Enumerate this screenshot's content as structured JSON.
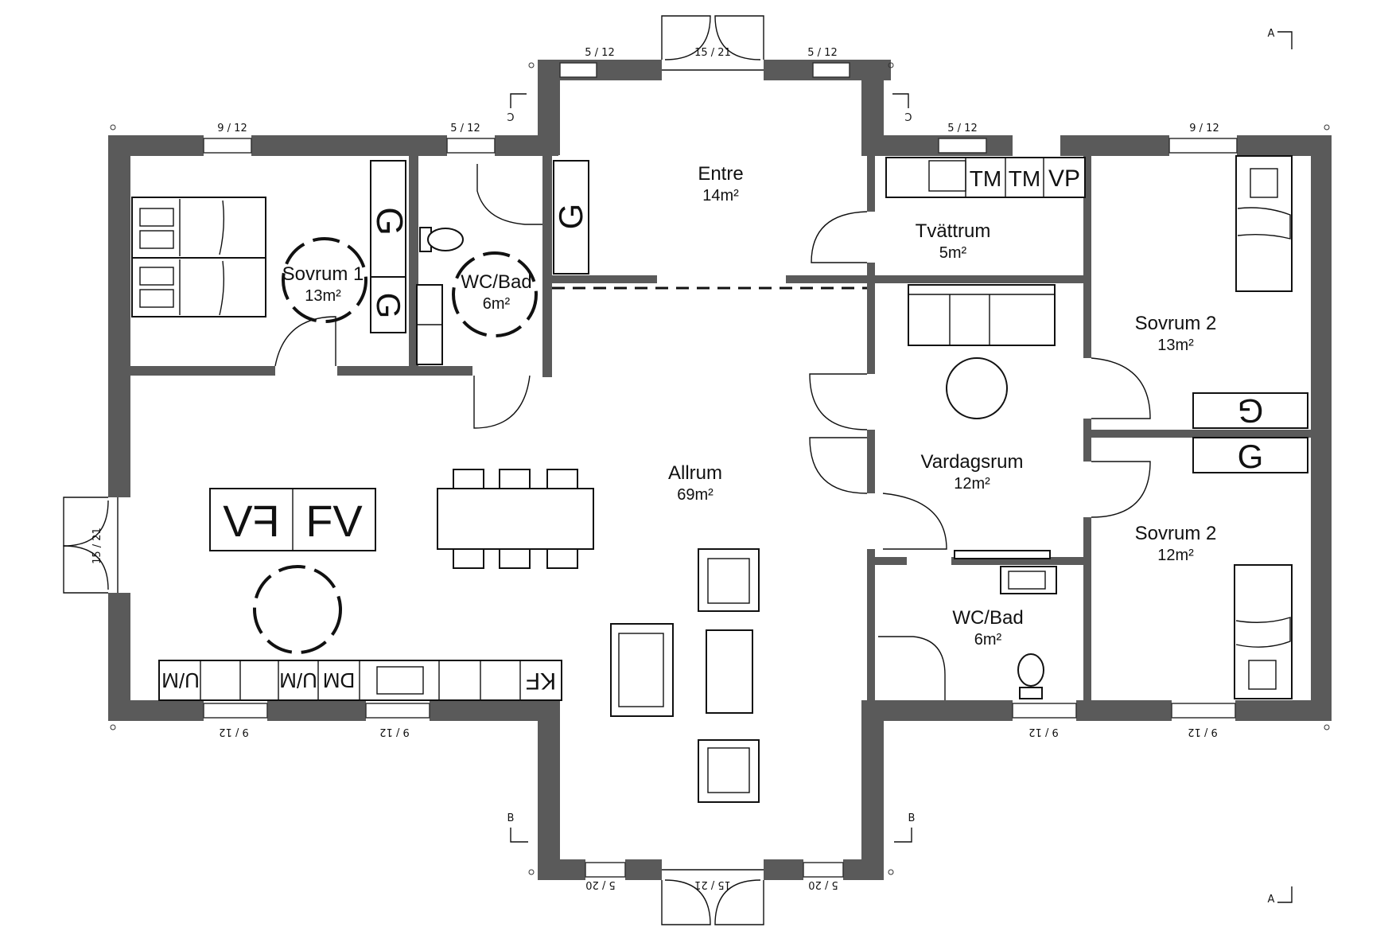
{
  "rooms": {
    "entre": {
      "name": "Entre",
      "area": "14m²"
    },
    "sovrum1": {
      "name": "Sovrum 1",
      "area": "13m²"
    },
    "wcbad1": {
      "name": "WC/Bad",
      "area": "6m²"
    },
    "tvattrum": {
      "name": "Tvättrum",
      "area": "5m²"
    },
    "sovrum2a": {
      "name": "Sovrum 2",
      "area": "13m²"
    },
    "allrum": {
      "name": "Allrum",
      "area": "69m²"
    },
    "vardagsrum": {
      "name": "Vardagsrum",
      "area": "12m²"
    },
    "sovrum2b": {
      "name": "Sovrum 2",
      "area": "12m²"
    },
    "wcbad2": {
      "name": "WC/Bad",
      "area": "6m²"
    }
  },
  "dimensions": {
    "top_left_window": "9 / 12",
    "top_sovrum1_window": "5 / 12",
    "top_entry_left": "5 / 12",
    "top_entry_door": "15 / 21",
    "top_entry_right": "5 / 12",
    "top_tvatt_window": "5 / 12",
    "top_right_window": "9 / 12",
    "left_door": "15 / 21",
    "bottom_left_1": "9 / 12",
    "bottom_left_2": "9 / 12",
    "bottom_right_1": "9 / 12",
    "bottom_right_2": "9 / 12",
    "bottom_entry_left": "5 / 20",
    "bottom_entry_door": "15 / 21",
    "bottom_entry_right": "5 / 20"
  },
  "section_marks": {
    "a": "A",
    "b": "B",
    "c": "C"
  },
  "fixtures": {
    "wardrobe": "G",
    "dryer": "TM",
    "washer": "TM",
    "heat_pump": "VP",
    "freezer_fridge": "FV",
    "dishwasher": "DM",
    "cabinet": "U/M",
    "fridge_freezer": "KF"
  }
}
